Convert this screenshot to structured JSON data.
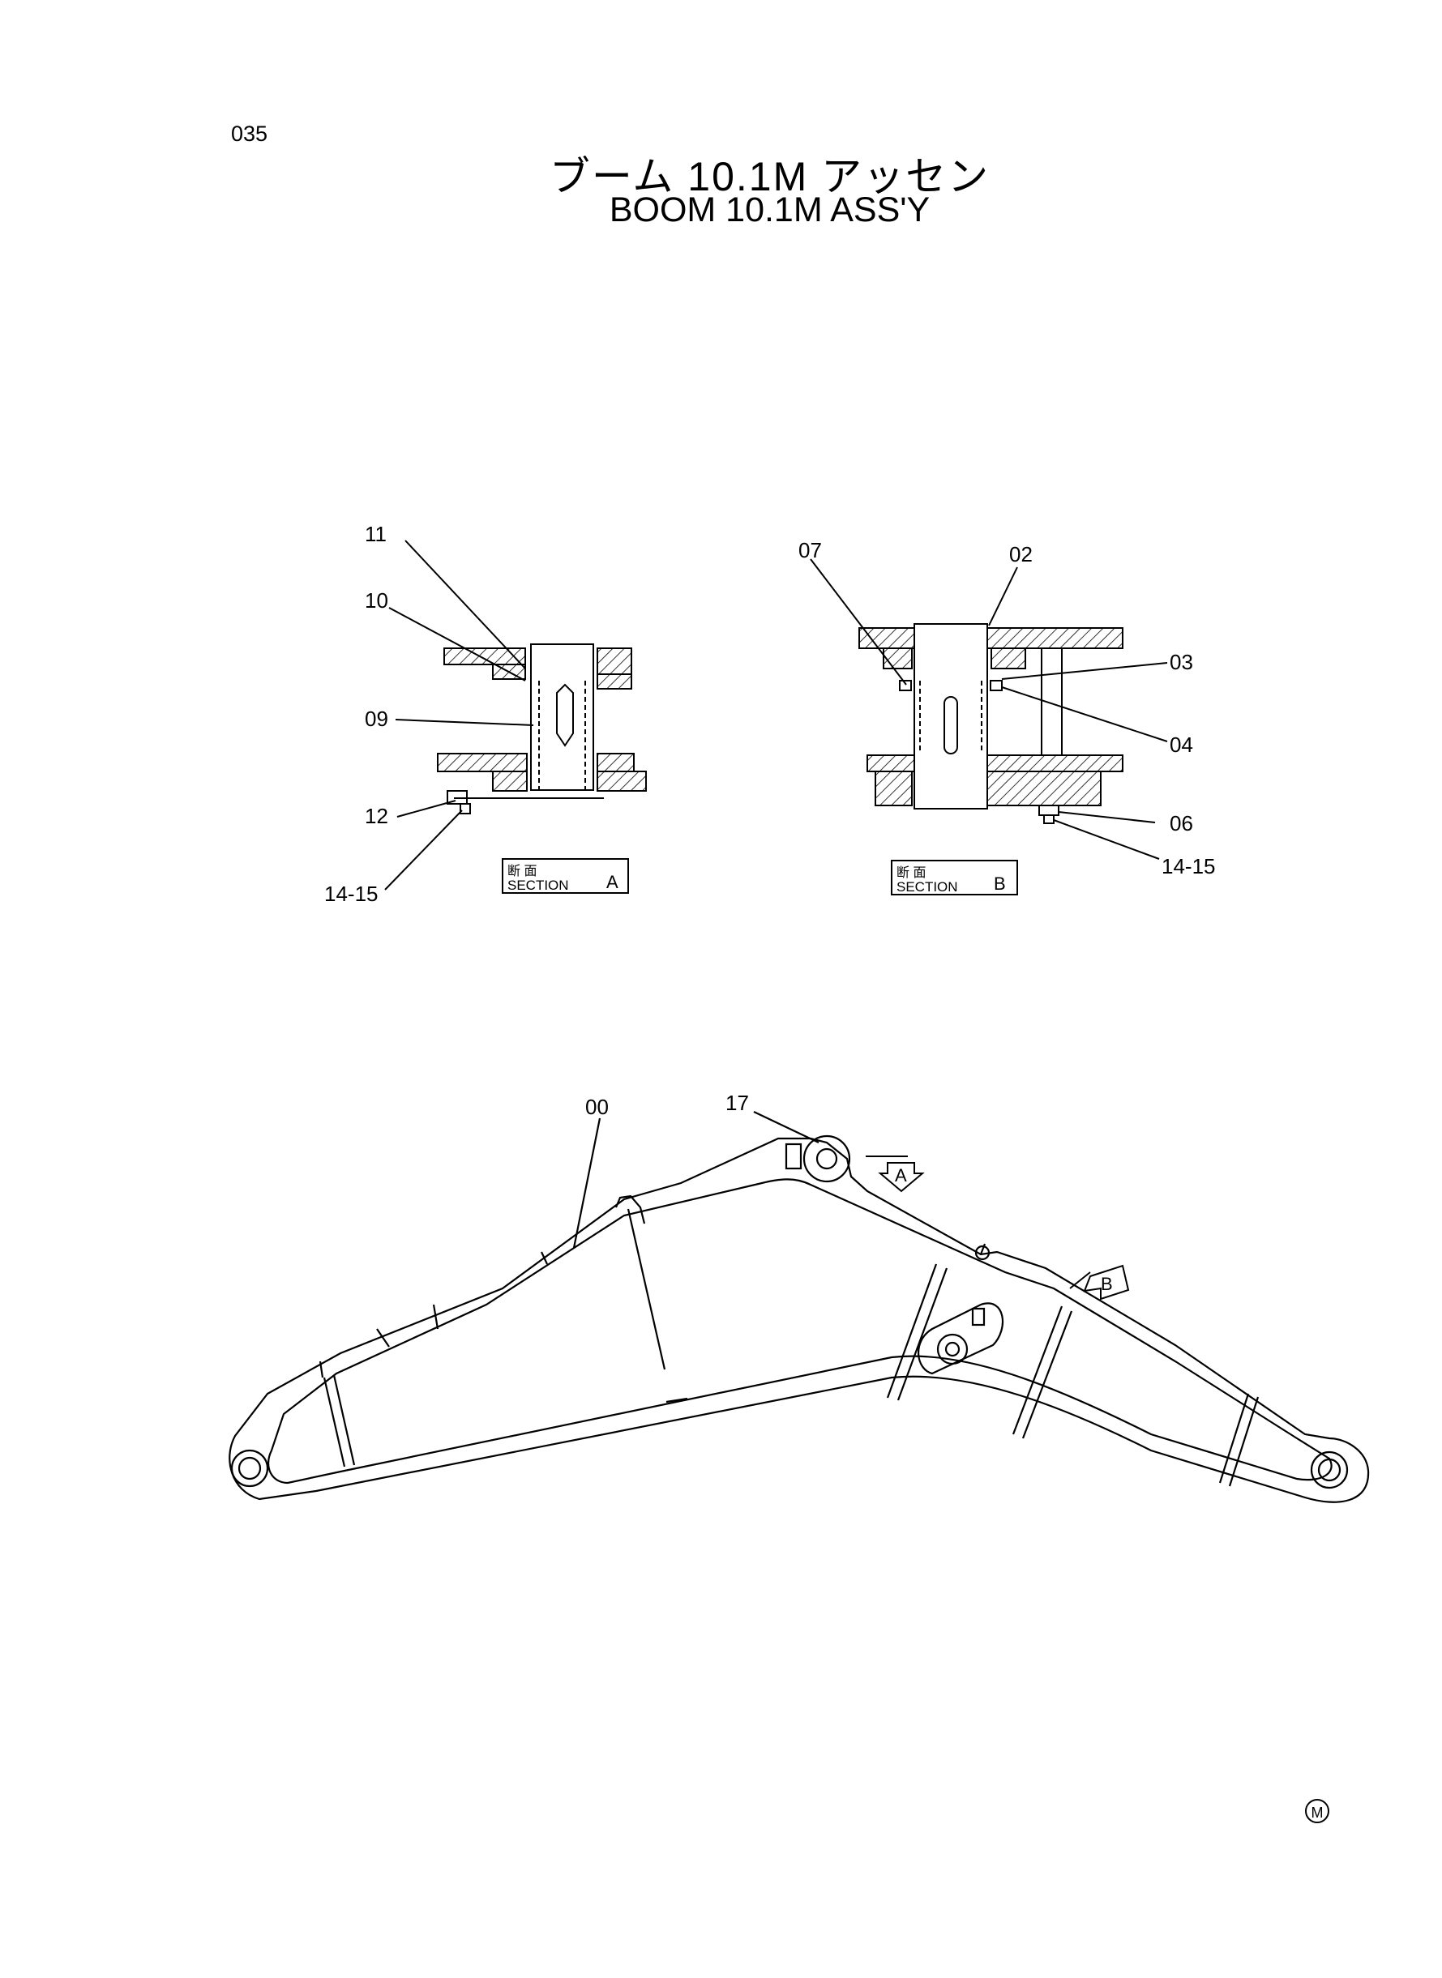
{
  "page_number": "035",
  "title_jp": "ブーム 10.1M アッセン",
  "title_en": "BOOM 10.1M ASS'Y",
  "section_a": {
    "label_jp": "断 面",
    "label_en": "SECTION",
    "letter": "A",
    "callouts": [
      "11",
      "10",
      "09",
      "12",
      "14-15"
    ]
  },
  "section_b": {
    "label_jp": "断 面",
    "label_en": "SECTION",
    "letter": "B",
    "callouts": [
      "07",
      "02",
      "03",
      "04",
      "06",
      "14-15"
    ]
  },
  "boom": {
    "callouts": [
      "00",
      "17"
    ],
    "view_arrows": [
      "A",
      "B"
    ]
  },
  "corner_mark": "M"
}
